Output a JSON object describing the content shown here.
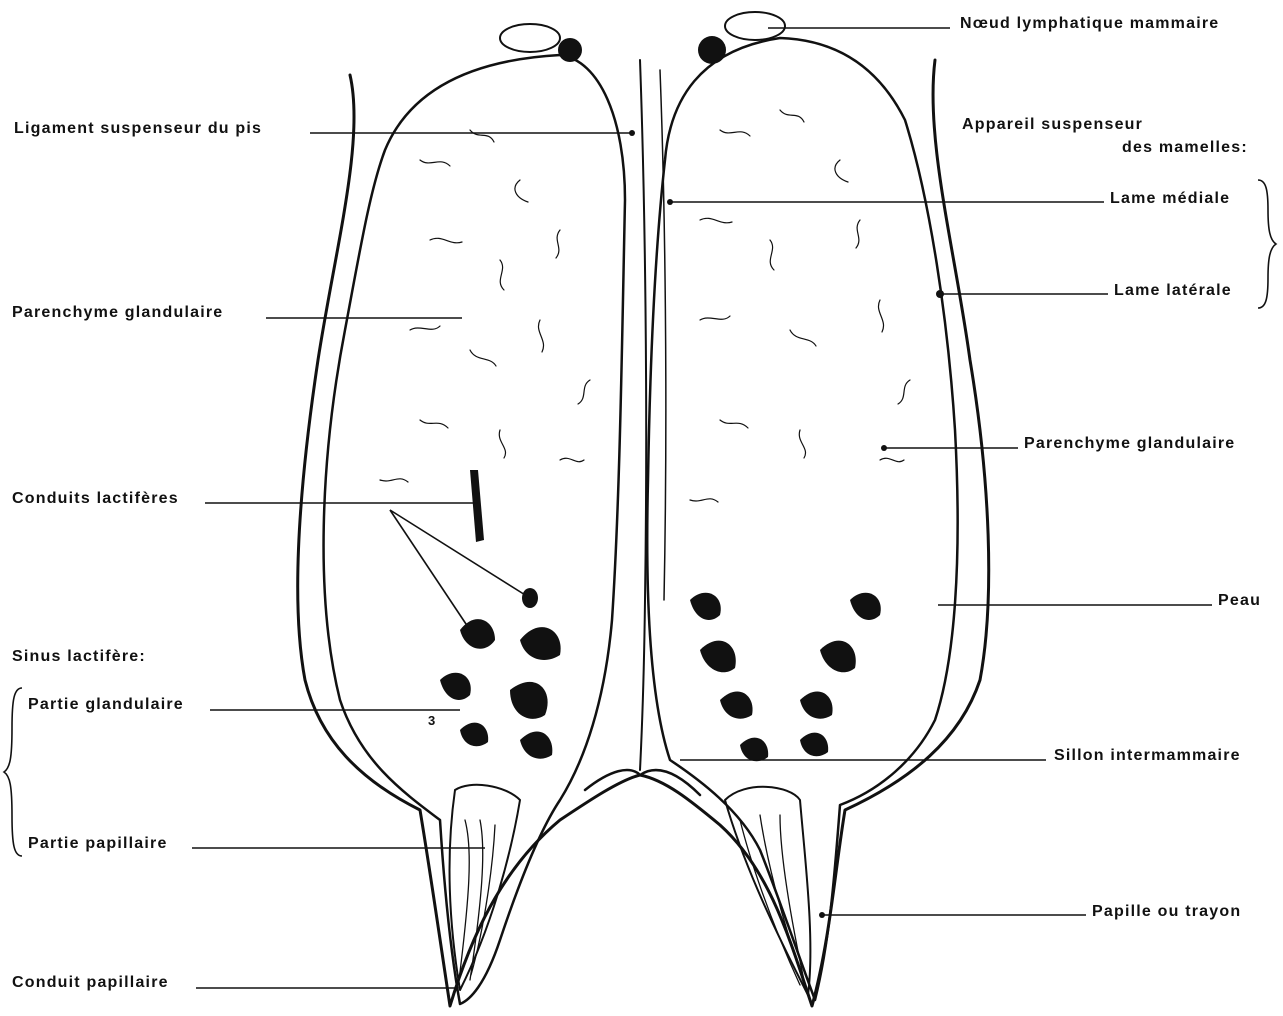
{
  "labels": {
    "noeud_lymphatique": "Nœud lymphatique mammaire",
    "ligament_suspenseur": "Ligament suspenseur du pis",
    "appareil_suspenseur_1": "Appareil suspenseur",
    "appareil_suspenseur_2": "des mamelles:",
    "lame_mediale": "Lame médiale",
    "lame_laterale": "Lame latérale",
    "parenchyme_left": "Parenchyme glandulaire",
    "parenchyme_right": "Parenchyme glandulaire",
    "conduits_lactiferes": "Conduits lactifères",
    "peau": "Peau",
    "sinus_lactifere": "Sinus lactifère:",
    "partie_glandulaire": "Partie glandulaire",
    "sillon_intermammaire": "Sillon intermammaire",
    "partie_papillaire": "Partie papillaire",
    "papille_trayon": "Papille ou trayon",
    "conduit_papillaire": "Conduit papillaire",
    "marker_3": "3"
  }
}
